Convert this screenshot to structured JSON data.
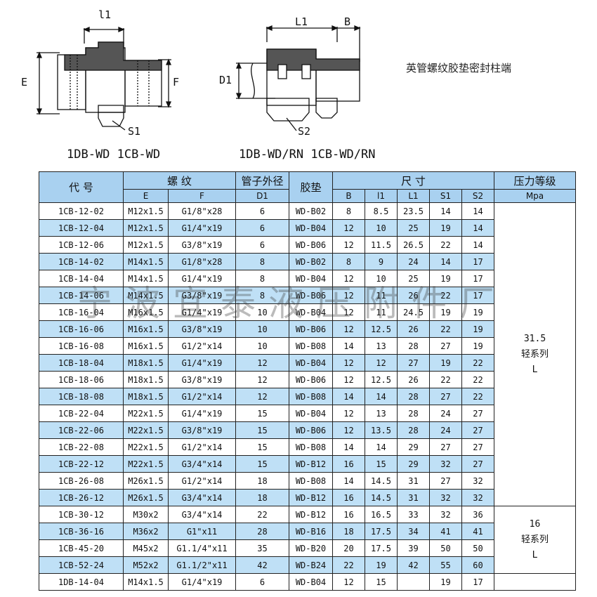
{
  "drawings": {
    "left": {
      "dim_top": "l1",
      "dim_left": "E",
      "dim_right": "F",
      "wrench": "S1",
      "caption": "1DB-WD  1CB-WD"
    },
    "right": {
      "dim_top_1": "L1",
      "dim_top_2": "B",
      "dim_left": "D1",
      "wrench": "S2",
      "caption": "1DB-WD/RN  1CB-WD/RN"
    }
  },
  "note": "英管螺纹胶垫密封柱端",
  "watermark": "宁波宜泰液压附件厂",
  "table": {
    "headers": {
      "code": "代  号",
      "thread": "螺  纹",
      "tube_od": "管子外径",
      "gasket": "胶垫",
      "size": "尺  寸",
      "pressure": "压力等级",
      "E": "E",
      "F": "F",
      "D1": "D1",
      "B": "B",
      "l1": "l1",
      "L1": "L1",
      "S1": "S1",
      "S2": "S2",
      "mpa": "Mpa"
    },
    "rows": [
      {
        "code": "1CB-12-02",
        "E": "M12x1.5",
        "F": "G1/8\"x28",
        "D1": "6",
        "gasket": "WD-B02",
        "B": "8",
        "l1": "8.5",
        "L1": "23.5",
        "S1": "14",
        "S2": "14"
      },
      {
        "code": "1CB-12-04",
        "E": "M12x1.5",
        "F": "G1/4\"x19",
        "D1": "6",
        "gasket": "WD-B04",
        "B": "12",
        "l1": "10",
        "L1": "25",
        "S1": "19",
        "S2": "14"
      },
      {
        "code": "1CB-12-06",
        "E": "M12x1.5",
        "F": "G3/8\"x19",
        "D1": "6",
        "gasket": "WD-B06",
        "B": "12",
        "l1": "11.5",
        "L1": "26.5",
        "S1": "22",
        "S2": "14"
      },
      {
        "code": "1CB-14-02",
        "E": "M14x1.5",
        "F": "G1/8\"x28",
        "D1": "8",
        "gasket": "WD-B02",
        "B": "8",
        "l1": "9",
        "L1": "24",
        "S1": "14",
        "S2": "17"
      },
      {
        "code": "1CB-14-04",
        "E": "M14x1.5",
        "F": "G1/4\"x19",
        "D1": "8",
        "gasket": "WD-B04",
        "B": "12",
        "l1": "10",
        "L1": "25",
        "S1": "19",
        "S2": "17"
      },
      {
        "code": "1CB-14-06",
        "E": "M14x1.5",
        "F": "G3/8\"x19",
        "D1": "8",
        "gasket": "WD-B06",
        "B": "12",
        "l1": "11",
        "L1": "26",
        "S1": "22",
        "S2": "17"
      },
      {
        "code": "1CB-16-04",
        "E": "M16x1.5",
        "F": "G1/4\"x19",
        "D1": "10",
        "gasket": "WD-B04",
        "B": "12",
        "l1": "11",
        "L1": "24.5",
        "S1": "19",
        "S2": "19"
      },
      {
        "code": "1CB-16-06",
        "E": "M16x1.5",
        "F": "G3/8\"x19",
        "D1": "10",
        "gasket": "WD-B06",
        "B": "12",
        "l1": "12.5",
        "L1": "26",
        "S1": "22",
        "S2": "19"
      },
      {
        "code": "1CB-16-08",
        "E": "M16x1.5",
        "F": "G1/2\"x14",
        "D1": "10",
        "gasket": "WD-B08",
        "B": "14",
        "l1": "13",
        "L1": "28",
        "S1": "27",
        "S2": "19"
      },
      {
        "code": "1CB-18-04",
        "E": "M18x1.5",
        "F": "G1/4\"x19",
        "D1": "12",
        "gasket": "WD-B04",
        "B": "12",
        "l1": "12",
        "L1": "27",
        "S1": "19",
        "S2": "22"
      },
      {
        "code": "1CB-18-06",
        "E": "M18x1.5",
        "F": "G3/8\"x19",
        "D1": "12",
        "gasket": "WD-B06",
        "B": "12",
        "l1": "12.5",
        "L1": "26",
        "S1": "22",
        "S2": "22"
      },
      {
        "code": "1CB-18-08",
        "E": "M18x1.5",
        "F": "G1/2\"x14",
        "D1": "12",
        "gasket": "WD-B08",
        "B": "14",
        "l1": "14",
        "L1": "28",
        "S1": "27",
        "S2": "22"
      },
      {
        "code": "1CB-22-04",
        "E": "M22x1.5",
        "F": "G1/4\"x19",
        "D1": "15",
        "gasket": "WD-B04",
        "B": "12",
        "l1": "13",
        "L1": "28",
        "S1": "24",
        "S2": "27"
      },
      {
        "code": "1CB-22-06",
        "E": "M22x1.5",
        "F": "G3/8\"x19",
        "D1": "15",
        "gasket": "WD-B06",
        "B": "12",
        "l1": "13.5",
        "L1": "28",
        "S1": "24",
        "S2": "27"
      },
      {
        "code": "1CB-22-08",
        "E": "M22x1.5",
        "F": "G1/2\"x14",
        "D1": "15",
        "gasket": "WD-B08",
        "B": "14",
        "l1": "14",
        "L1": "29",
        "S1": "27",
        "S2": "27"
      },
      {
        "code": "1CB-22-12",
        "E": "M22x1.5",
        "F": "G3/4\"x14",
        "D1": "15",
        "gasket": "WD-B12",
        "B": "16",
        "l1": "15",
        "L1": "29",
        "S1": "32",
        "S2": "27"
      },
      {
        "code": "1CB-26-08",
        "E": "M26x1.5",
        "F": "G1/2\"x14",
        "D1": "18",
        "gasket": "WD-B08",
        "B": "14",
        "l1": "14.5",
        "L1": "31",
        "S1": "27",
        "S2": "32"
      },
      {
        "code": "1CB-26-12",
        "E": "M26x1.5",
        "F": "G3/4\"x14",
        "D1": "18",
        "gasket": "WD-B12",
        "B": "16",
        "l1": "14.5",
        "L1": "31",
        "S1": "32",
        "S2": "32"
      },
      {
        "code": "1CB-30-12",
        "E": "M30x2",
        "F": "G3/4\"x14",
        "D1": "22",
        "gasket": "WD-B12",
        "B": "16",
        "l1": "16.5",
        "L1": "33",
        "S1": "32",
        "S2": "36"
      },
      {
        "code": "1CB-36-16",
        "E": "M36x2",
        "F": "G1\"x11",
        "D1": "28",
        "gasket": "WD-B16",
        "B": "18",
        "l1": "17.5",
        "L1": "34",
        "S1": "41",
        "S2": "41"
      },
      {
        "code": "1CB-45-20",
        "E": "M45x2",
        "F": "G1.1/4\"x11",
        "D1": "35",
        "gasket": "WD-B20",
        "B": "20",
        "l1": "17.5",
        "L1": "39",
        "S1": "50",
        "S2": "50"
      },
      {
        "code": "1CB-52-24",
        "E": "M52x2",
        "F": "G1.1/2\"x11",
        "D1": "42",
        "gasket": "WD-B24",
        "B": "22",
        "l1": "19",
        "L1": "42",
        "S1": "55",
        "S2": "60"
      },
      {
        "code": "1DB-14-04",
        "E": "M14x1.5",
        "F": "G1/4\"x19",
        "D1": "6",
        "gasket": "WD-B04",
        "B": "12",
        "l1": "15",
        "L1": "",
        "S1": "19",
        "S2": "17"
      }
    ],
    "pressure_groups": [
      {
        "value": "31.5",
        "series": "轻系列",
        "letter": "L"
      },
      {
        "value": "16",
        "series": "轻系列",
        "letter": "L"
      }
    ]
  },
  "colors": {
    "header_blue": "#a9d1f0",
    "row_blue": "#bfe0f6",
    "line": "#222222"
  }
}
